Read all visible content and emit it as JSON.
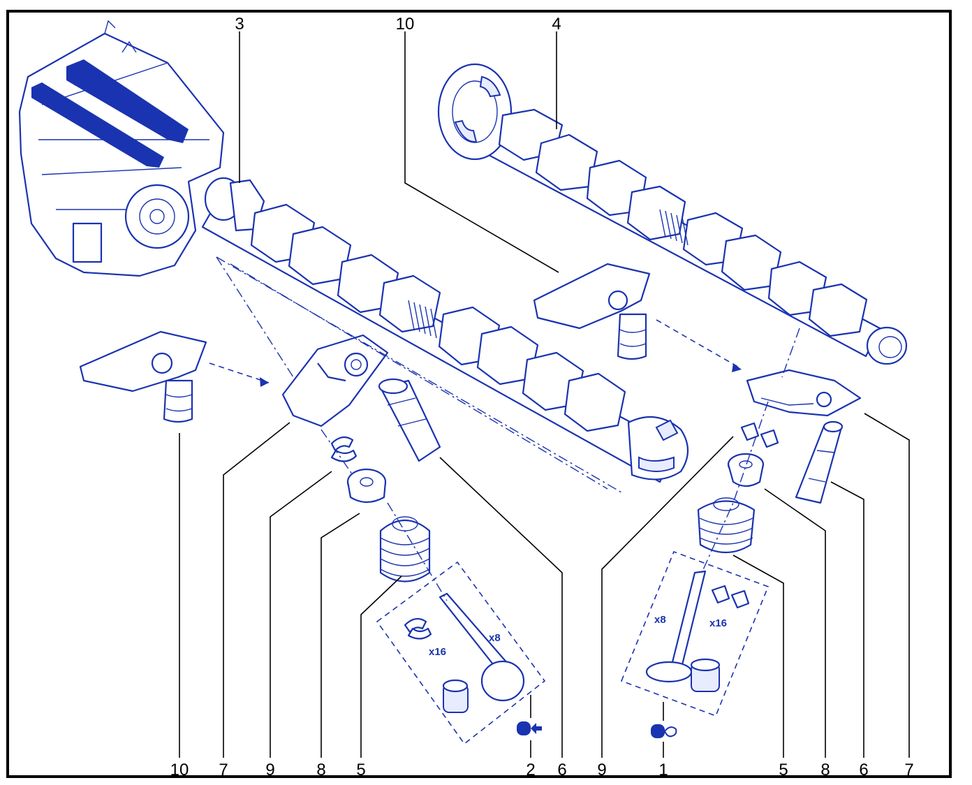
{
  "callouts": {
    "top_3": "3",
    "top_10": "10",
    "top_4": "4",
    "b_10": "10",
    "b_7a": "7",
    "b_9a": "9",
    "b_8a": "8",
    "b_5a": "5",
    "b_2": "2",
    "b_6a": "6",
    "b_9b": "9",
    "b_1": "1",
    "b_5b": "5",
    "b_8b": "8",
    "b_6b": "6",
    "b_7b": "7"
  },
  "quantities": {
    "left_valve": "x8",
    "left_collets": "x16",
    "right_valve": "x8",
    "right_collets": "x16"
  },
  "colors": {
    "line": "#1a33b0",
    "frame": "#000000"
  },
  "icons": {
    "exhaust": "exhaust-symbol-icon",
    "intake": "intake-symbol-icon"
  }
}
